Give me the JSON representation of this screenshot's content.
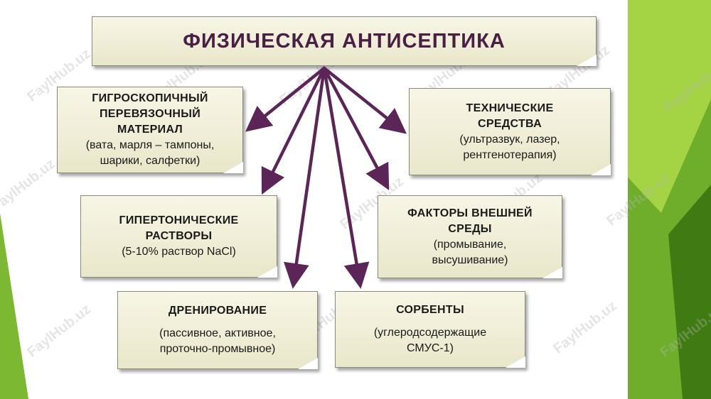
{
  "title": "ФИЗИЧЕСКАЯ АНТИСЕПТИКА",
  "watermark": "FaylHub.uz",
  "colors": {
    "arrow": "#5b2558",
    "title_text": "#4a1f44",
    "green_dark": "#4f8a17",
    "green_light": "#9bd03a"
  },
  "nodes": [
    {
      "id": "hygro",
      "lines": [
        "ГИГРОСКОПИЧНЫЙ",
        "ПЕРЕВЯЗОЧНЫЙ",
        "МАТЕРИАЛ"
      ],
      "sub": [
        "(вата, марля – тампоны,",
        "шарики, салфетки)"
      ]
    },
    {
      "id": "technical",
      "lines": [
        "ТЕХНИЧЕСКИЕ",
        "СРЕДСТВА"
      ],
      "sub": [
        "(ультразвук, лазер,",
        "рентгенотерапия)"
      ]
    },
    {
      "id": "hypertonic",
      "lines": [
        "ГИПЕРТОНИЧЕСКИЕ",
        "РАСТВОРЫ"
      ],
      "sub": [
        "(5-10% раствор NaCl)"
      ]
    },
    {
      "id": "environment",
      "lines": [
        "ФАКТОРЫ ВНЕШНЕЙ",
        "СРЕДЫ"
      ],
      "sub": [
        "(промывание,",
        "высушивание)"
      ]
    },
    {
      "id": "drainage",
      "lines": [
        "ДРЕНИРОВАНИЕ"
      ],
      "sub": [
        "",
        "(пассивное, активное,",
        "проточно-промывное)"
      ]
    },
    {
      "id": "sorbents",
      "lines": [
        "СОРБЕНТЫ"
      ],
      "sub": [
        "",
        "(углеродсодержащие",
        "СМУС-1)"
      ]
    }
  ]
}
